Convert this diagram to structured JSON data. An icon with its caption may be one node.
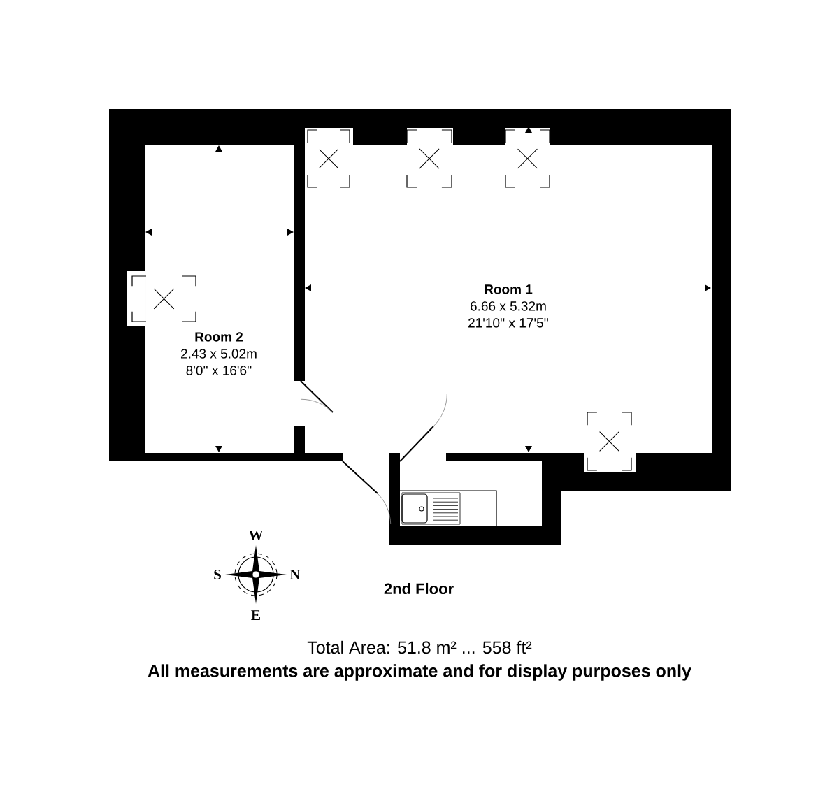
{
  "diagram": {
    "title": "2nd Floor",
    "nodes": [
      {
        "text": [
          "Room 1",
          "6.66 x 5.32m",
          "21'10'' x 17'5''"
        ]
      },
      {
        "text": [
          "Room 2",
          "2.43 x 5.02m",
          "8'0'' x 16'6''"
        ]
      }
    ],
    "labels": [
      "W",
      "S",
      "N",
      "E",
      "Total Area: 51.8 m² ... 558 ft²",
      "All measurements are approximate and for display purposes only"
    ]
  }
}
